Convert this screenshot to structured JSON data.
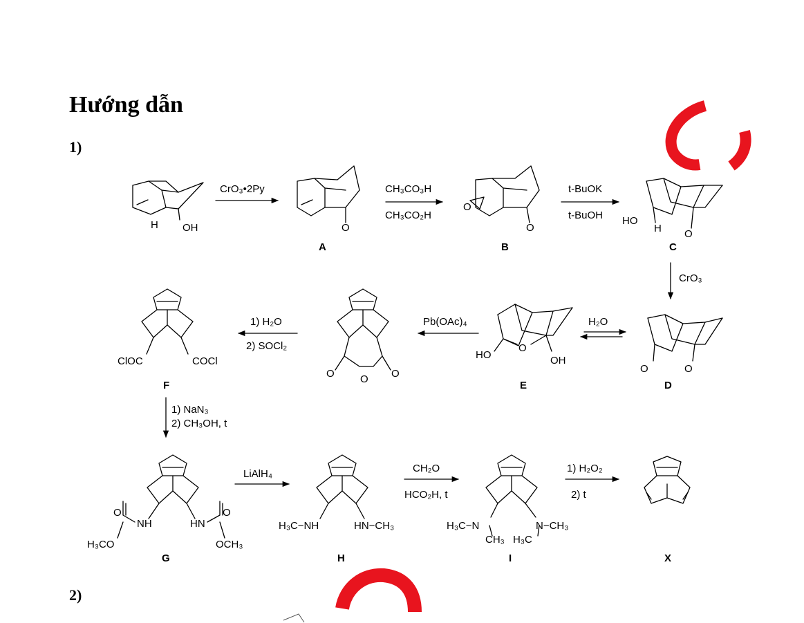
{
  "heading": "Hướng dẫn",
  "section1": "1)",
  "section2": "2)",
  "accent_color": "#e8141e",
  "compound_labels": {
    "A": "A",
    "B": "B",
    "C": "C",
    "D": "D",
    "E": "E",
    "F": "F",
    "G": "G",
    "H": "H",
    "I": "I",
    "X": "X"
  },
  "reagents": {
    "step1": "CrO₃•2Py",
    "step2_top": "CH₃CO₃H",
    "step2_bottom": "CH₃CO₂H",
    "step3_top": "t-BuOK",
    "step3_bottom": "t-BuOH",
    "step4": "CrO₃",
    "step5": "H₂O",
    "step6": "Pb(OAc)₄",
    "step7_a": "1) H₂O",
    "step7_b": "2) SOCl₂",
    "step8_a": "1) NaN₃",
    "step8_b": "2) CH₃OH, t",
    "step9": "LiAlH₄",
    "step10_top": "CH₂O",
    "step10_bottom": "HCO₂H, t",
    "step11_a": "1) H₂O₂",
    "step11_b": "2) t"
  },
  "atom_labels": {
    "start_H": "H",
    "start_OH": "OH",
    "A_O": "O",
    "B_epoxide_O": "O",
    "B_O": "O",
    "C_HO": "HO",
    "C_H": "H",
    "C_O": "O",
    "D_O1": "O",
    "D_O2": "O",
    "E_HO": "HO",
    "E_O": "O",
    "E_OH": "OH",
    "anh_O1": "O",
    "anh_O2": "O",
    "anh_O3": "O",
    "F_left": "ClOC",
    "F_right": "COCl",
    "G_O1": "O",
    "G_NH1": "NH",
    "G_H3CO": "H₃CO",
    "G_O2": "O",
    "G_HN2": "HN",
    "G_OCH3": "OCH₃",
    "H_left": "H₃C−NH",
    "H_right": "HN−CH₃",
    "I_H3C_left": "H₃C−N",
    "I_CH3_a": "CH₃",
    "I_H3C_b": "H₃C",
    "I_N_right": "N−CH₃"
  }
}
